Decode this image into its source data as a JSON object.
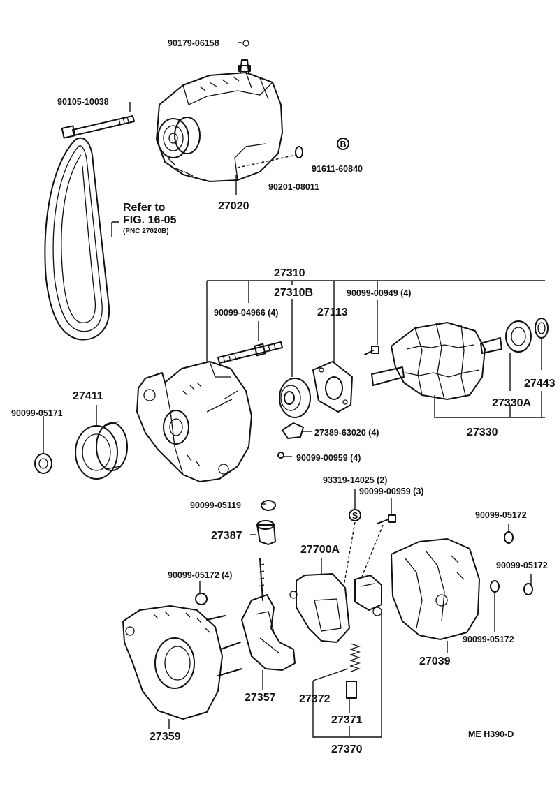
{
  "labels": {
    "p90179_06158": "90179-06158",
    "p90105_10038": "90105-10038",
    "p91611_60840": "91611-60840",
    "p90201_08011": "90201-08011",
    "p27020": "27020",
    "refer_line1": "Refer to",
    "refer_line2": "FIG. 16-05",
    "refer_line3": "(PNC 27020B)",
    "p27310": "27310",
    "p27310B": "27310B",
    "p90099_00949": "90099-00949 (4)",
    "p90099_04966": "90099-04966 (4)",
    "p27113": "27113",
    "p27443": "27443",
    "p27330A": "27330A",
    "p27330": "27330",
    "p27411": "27411",
    "p90099_05171": "90099-05171",
    "p27389_63020": "27389-63020 (4)",
    "p90099_00959_4": "90099-00959 (4)",
    "p93319_14025": "93319-14025 (2)",
    "p90099_00959_3": "90099-00959  (3)",
    "p90099_05119": "90099-05119",
    "p90099_05172_a": "90099-05172",
    "p90099_05172_b": "90099-05172",
    "p27387": "27387",
    "p27700A": "27700A",
    "p90099_05172_4": "90099-05172 (4)",
    "p90099_05172_c": "90099-05172",
    "p27039": "27039",
    "p27357": "27357",
    "p27372": "27372",
    "p27371": "27371",
    "p27370": "27370",
    "p27359": "27359",
    "code": "ME  H390-D",
    "mark_b": "B",
    "mark_s": "S"
  }
}
